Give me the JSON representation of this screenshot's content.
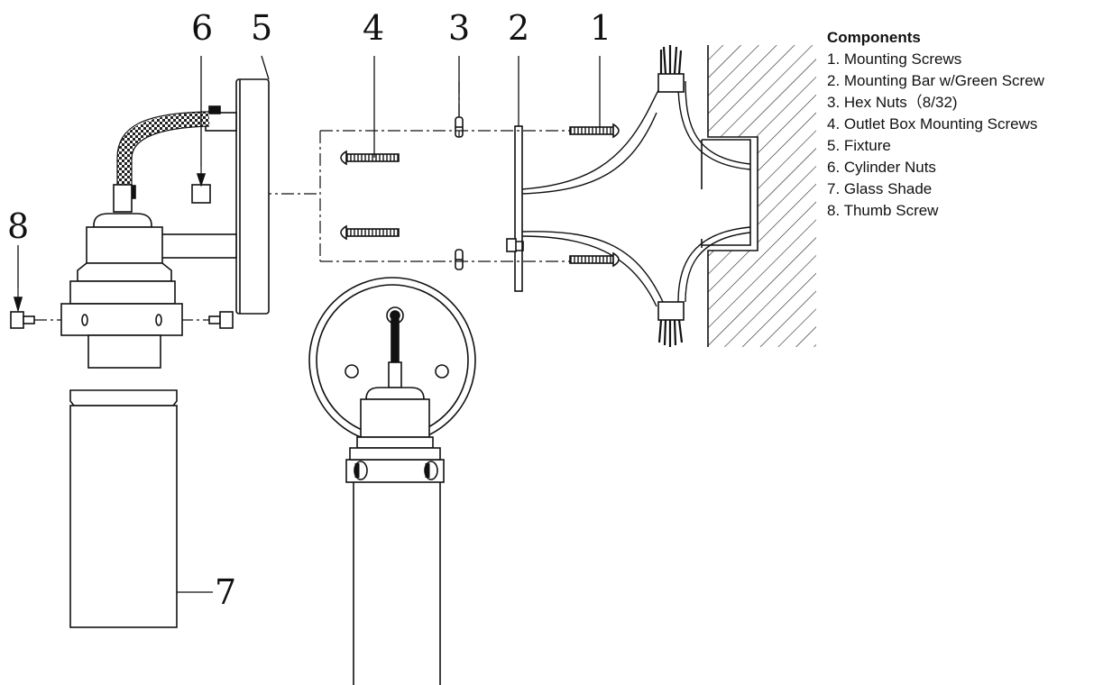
{
  "callouts": {
    "n1": "1",
    "n2": "2",
    "n3": "3",
    "n4": "4",
    "n5": "5",
    "n6": "6",
    "n7": "7",
    "n8": "8"
  },
  "legend": {
    "title": "Components",
    "items": [
      "1. Mounting Screws",
      "2. Mounting Bar w/Green Screw",
      "3. Hex Nuts（8/32)",
      "4. Outlet Box Mounting Screws",
      "5. Fixture",
      "6. Cylinder Nuts",
      "7. Glass Shade",
      "8. Thumb Screw"
    ]
  }
}
